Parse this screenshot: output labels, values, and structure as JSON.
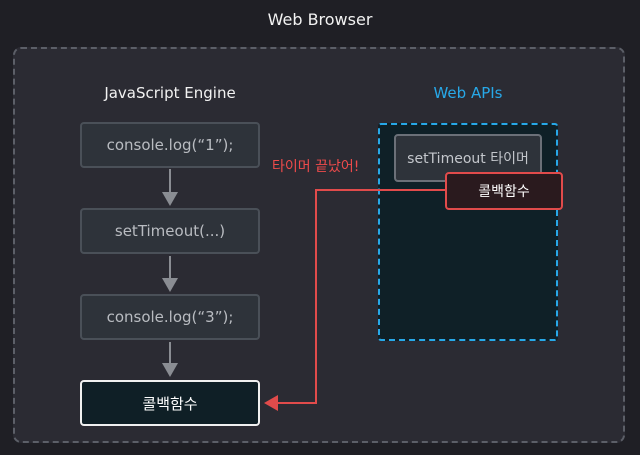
{
  "title": "Web Browser",
  "engine": {
    "label": "JavaScript Engine",
    "steps": [
      "console.log(“1”);",
      "setTimeout(...)",
      "console.log(“3”);",
      "콜백함수"
    ]
  },
  "web_apis": {
    "label": "Web APIs",
    "timer_label": "setTimeout 타이머",
    "callback_label": "콜백함수"
  },
  "flow": {
    "timer_done_label": "타이머 끝났어!"
  },
  "colors": {
    "background": "#1f1f25",
    "frame_border": "#5c5f68",
    "web_apis_accent": "#27a8e8",
    "callback_accent": "#e14b4b",
    "arrow_gray": "#8a8d93"
  }
}
